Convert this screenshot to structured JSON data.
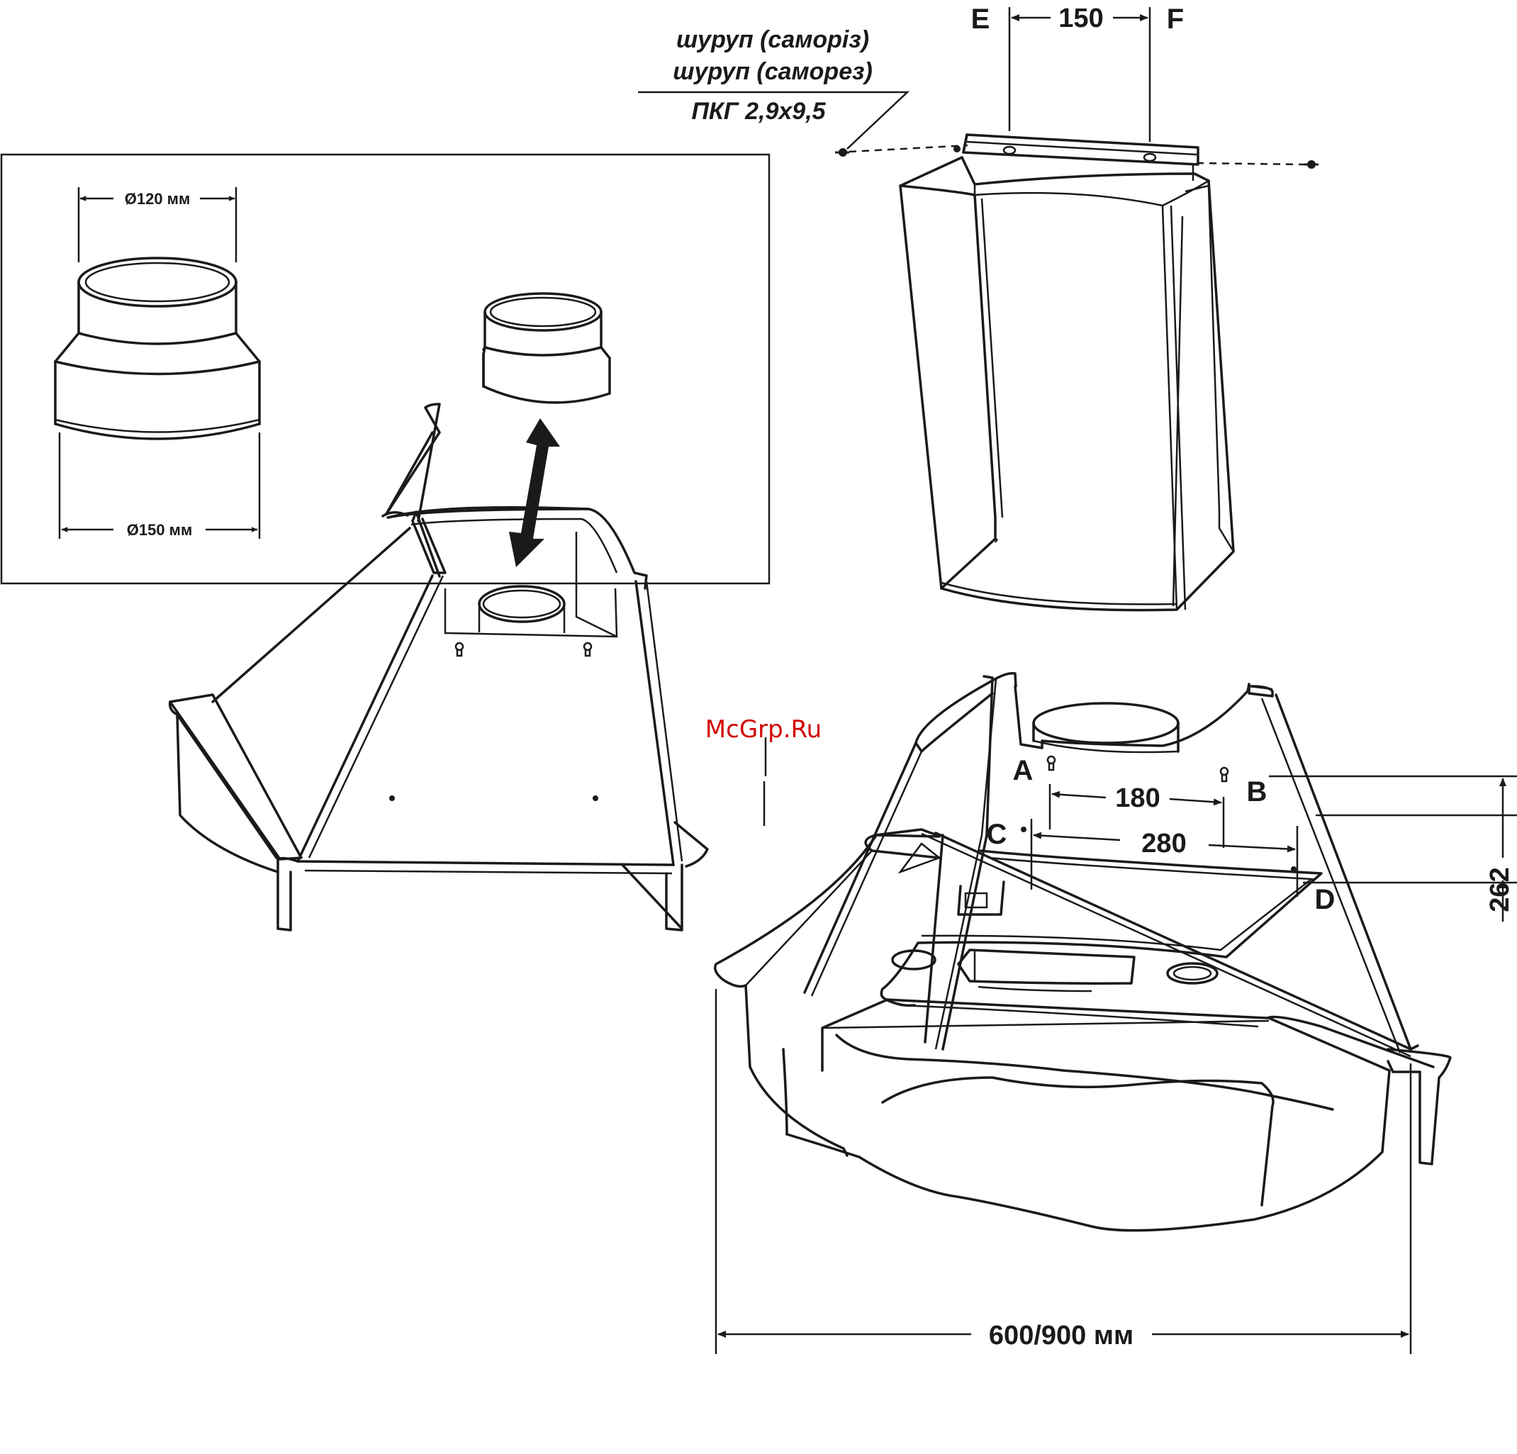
{
  "screw": {
    "line1": "шуруп (саморіз)",
    "line2": "шуруп (саморез)",
    "spec": "ПКГ 2,9x9,5"
  },
  "dimensions": {
    "ef_distance": "150",
    "ab_distance": "180",
    "cd_distance": "280",
    "vertical": "262",
    "width": "600/900 мм",
    "duct_small": "Ø120 мм",
    "duct_large": "Ø150 мм"
  },
  "points": {
    "e": "E",
    "f": "F",
    "a": "A",
    "b": "B",
    "c": "C",
    "d": "D"
  },
  "watermark": "McGrp.Ru",
  "colors": {
    "line": "#1a1a1a",
    "watermark": "#d10000"
  }
}
